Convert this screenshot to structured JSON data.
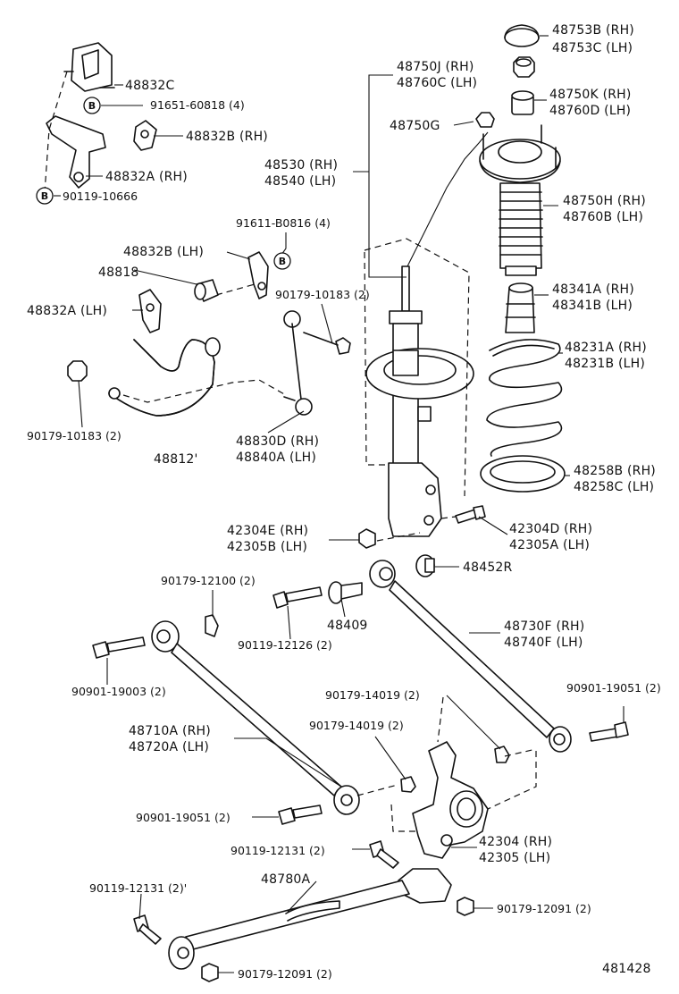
{
  "diagram_id": "481428",
  "b_marker": "B",
  "labels": {
    "p48753": [
      "48753B (RH)",
      "48753C (LH)"
    ],
    "p48750j": [
      "48750J (RH)",
      "48760C (LH)"
    ],
    "p48750k": [
      "48750K (RH)",
      "48760D (LH)"
    ],
    "p48750g": "48750G",
    "p48530": [
      "48530 (RH)",
      "48540 (LH)"
    ],
    "p48750h": [
      "48750H (RH)",
      "48760B (LH)"
    ],
    "p48341": [
      "48341A (RH)",
      "48341B (LH)"
    ],
    "p48231": [
      "48231A (RH)",
      "48231B (LH)"
    ],
    "p48258": [
      "48258B (RH)",
      "48258C (LH)"
    ],
    "p48832c": "48832C",
    "p91651": "91651-60818 (4)",
    "p48832b_rh": "48832B (RH)",
    "p48832a_rh": "48832A (RH)",
    "p90119_10666": "90119-10666",
    "p91611": "91611-B0816 (4)",
    "p48832b_lh": "48832B (LH)",
    "p48818": "48818",
    "p48832a_lh": "48832A (LH)",
    "p90179_10183_a": "90179-10183 (2)",
    "p90179_10183_b": "90179-10183 (2)",
    "p48812": "48812'",
    "p48830d": [
      "48830D (RH)",
      "48840A (LH)"
    ],
    "p42304e": [
      "42304E (RH)",
      "42305B (LH)"
    ],
    "p42304d": [
      "42304D (RH)",
      "42305A (LH)"
    ],
    "p48452r": "48452R",
    "p90179_12100": "90179-12100 (2)",
    "p48409": "48409",
    "p90119_12126": "90119-12126 (2)",
    "p48730f": [
      "48730F (RH)",
      "48740F (LH)"
    ],
    "p90901_19003": "90901-19003 (2)",
    "p90179_14019_a": "90179-14019 (2)",
    "p90901_19051_a": "90901-19051 (2)",
    "p48710a": [
      "48710A (RH)",
      "48720A (LH)"
    ],
    "p90179_14019_b": "90179-14019 (2)",
    "p90901_19051_b": "90901-19051 (2)",
    "p42304": [
      "42304 (RH)",
      "42305 (LH)"
    ],
    "p90119_12131_a": "90119-12131 (2)",
    "p48780a": "48780A",
    "p90119_12131_b": "90119-12131 (2)'",
    "p90179_12091_a": "90179-12091 (2)",
    "p90179_12091_b": "90179-12091 (2)"
  }
}
